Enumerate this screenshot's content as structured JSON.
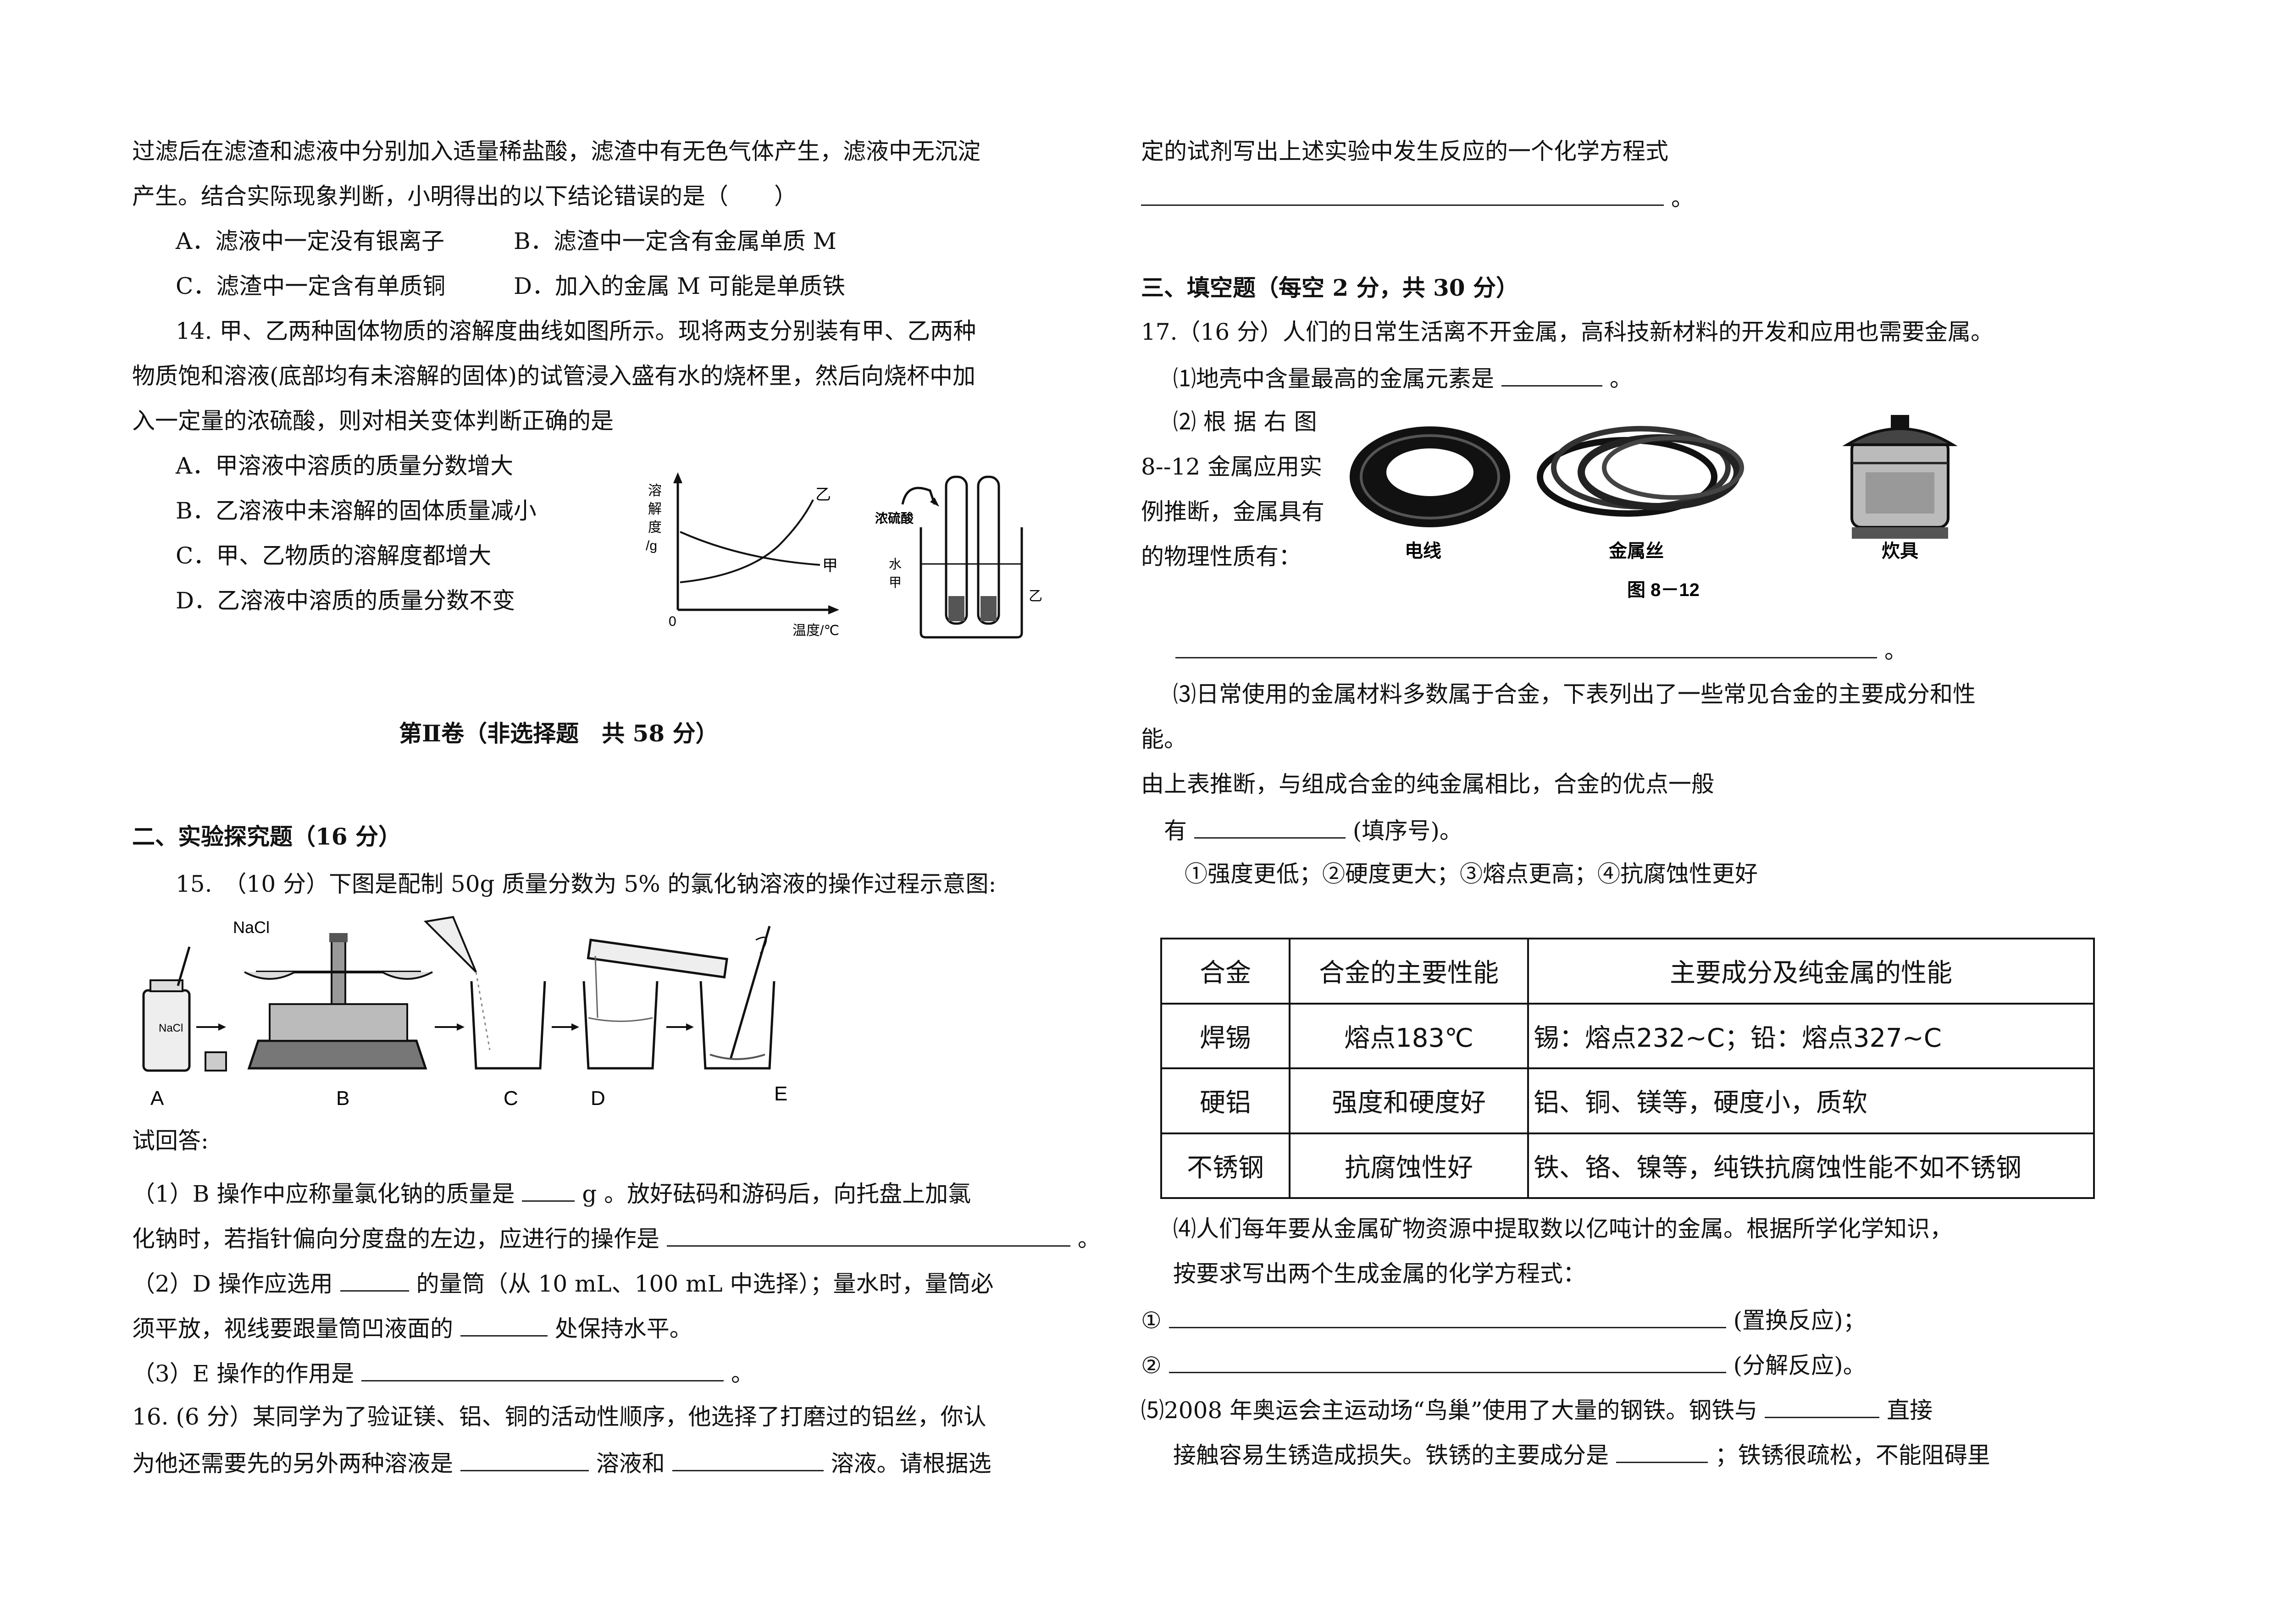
{
  "left": {
    "l1": "过滤后在滤渣和滤液中分别加入适量稀盐酸，滤渣中有无色气体产生，滤液中无沉淀",
    "l2": "产生。结合实际现象判断，小明得出的以下结论错误的是（　　）",
    "q13_optA": "A．滤液中一定没有银离子",
    "q13_optB": "B．滤渣中一定含有金属单质 M",
    "q13_optC": "C．滤渣中一定含有单质铜",
    "q13_optD": "D．加入的金属 M 可能是单质铁",
    "q14_l1": "14. 甲、乙两种固体物质的溶解度曲线如图所示。现将两支分别装有甲、乙两种",
    "q14_l2": "物质饱和溶液(底部均有未溶解的固体)的试管浸入盛有水的烧杯里，然后向烧杯中加",
    "q14_l3": "入一定量的浓硫酸，则对相关变体判断正确的是",
    "q14_optA": "A．甲溶液中溶质的质量分数增大",
    "q14_optB": "B．乙溶液中未溶解的固体质量减小",
    "q14_optC": "C．甲、乙物质的溶解度都增大",
    "q14_optD": "D．乙溶液中溶质的质量分数不变",
    "graph": {
      "ylabel_chars": [
        "溶",
        "解",
        "度",
        "/g"
      ],
      "origin": "0",
      "xlabel": "温度/℃",
      "curve_yi": "乙",
      "curve_jia": "甲"
    },
    "beaker_fig": {
      "acid": "浓硫酸",
      "water": "水",
      "jia": "甲",
      "yi": "乙"
    },
    "part2_title": "第Ⅱ卷（非选择题　共 58 分）",
    "sec2_title": "二、实验探究题（16 分）",
    "q15_stem": "15.　（10 分）下图是配制 50g 质量分数为 5% 的氯化钠溶液的操作过程示意图:",
    "q15_fig": {
      "nacl": "NaCl",
      "jar": "NaCl",
      "A": "A",
      "B": "B",
      "C": "C",
      "D": "D",
      "E": "E"
    },
    "try_answer": "试回答:",
    "q15_1a": "（1）B 操作中应称量氯化钠的质量是",
    "q15_1b": "g 。放好砝码和游码后，向托盘上加氯",
    "q15_1c": "化钠时，若指针偏向分度盘的左边，应进行的操作是",
    "q15_1d": "。",
    "q15_2a": "（2）D 操作应选用",
    "q15_2b": "的量筒（从 10 mL、100 mL 中选择）；量水时，量筒必",
    "q15_2c": "须平放，视线要跟量筒凹液面的",
    "q15_2d": "处保持水平。",
    "q15_3a": "（3）E 操作的作用是",
    "q15_3b": "。",
    "q16_a": "16. (6 分）某同学为了验证镁、铝、铜的活动性顺序，他选择了打磨过的铝丝，你认",
    "q16_b1": "为他还需要先的另外两种溶液是",
    "q16_b2": "溶液和",
    "q16_b3": "溶液。请根据选"
  },
  "right": {
    "r1": "定的试剂写出上述实验中发生反应的一个化学方程式",
    "r2_end": "。",
    "sec3_title": "三、填空题（每空 2 分，共 30 分）",
    "q17_stem": "17.（16 分）人们的日常生活离不开金属，高科技新材料的开发和应用也需要金属。",
    "q17_1a": "⑴地壳中含量最高的金属元素是",
    "q17_1b": "。",
    "q17_2_l1": "⑵ 根 据 右 图",
    "q17_2_l2": "8--12 金属应用实",
    "q17_2_l3": "例推断，金属具有",
    "q17_2_l4": "的物理性质有：",
    "fig812": {
      "wire": "电线",
      "metal_wire": "金属丝",
      "cooker": "炊具",
      "caption": "图 8－12"
    },
    "q17_2_end": "。",
    "q17_3_l1": "⑶日常使用的金属材料多数属于合金，下表列出了一些常见合金的主要成分和性",
    "q17_3_l2": "能。",
    "q17_3_l3": "由上表推断，与组成合金的纯金属相比，合金的优点一般",
    "q17_3_l4a": "有",
    "q17_3_l4b": "(填序号)。",
    "q17_3_opts": "①强度更低；②硬度更大；③熔点更高；④抗腐蚀性更好",
    "table": {
      "headers": [
        "合金",
        "合金的主要性能",
        "主要成分及纯金属的性能"
      ],
      "rows": [
        [
          "焊锡",
          "熔点183℃",
          "锡：熔点232~C；铅：熔点327~C"
        ],
        [
          "硬铝",
          "强度和硬度好",
          "铝、铜、镁等，硬度小，质软"
        ],
        [
          "不锈钢",
          "抗腐蚀性好",
          "铁、铬、镍等，纯铁抗腐蚀性能不如不锈钢"
        ]
      ]
    },
    "q17_4_l1": "⑷人们每年要从金属矿物资源中提取数以亿吨计的金属。根据所学化学知识，",
    "q17_4_l2": "按要求写出两个生成金属的化学方程式：",
    "q17_4_1a": "①",
    "q17_4_1b": "(置换反应)；",
    "q17_4_2a": "②",
    "q17_4_2b": "(分解反应)。",
    "q17_5_l1a": "⑸2008 年奥运会主运动场“鸟巢”使用了大量的钢铁。钢铁与",
    "q17_5_l1b": "直接",
    "q17_5_l2a": "接触容易生锈造成损失。铁锈的主要成分是",
    "q17_5_l2b": "；铁锈很疏松，不能阻碍里"
  }
}
